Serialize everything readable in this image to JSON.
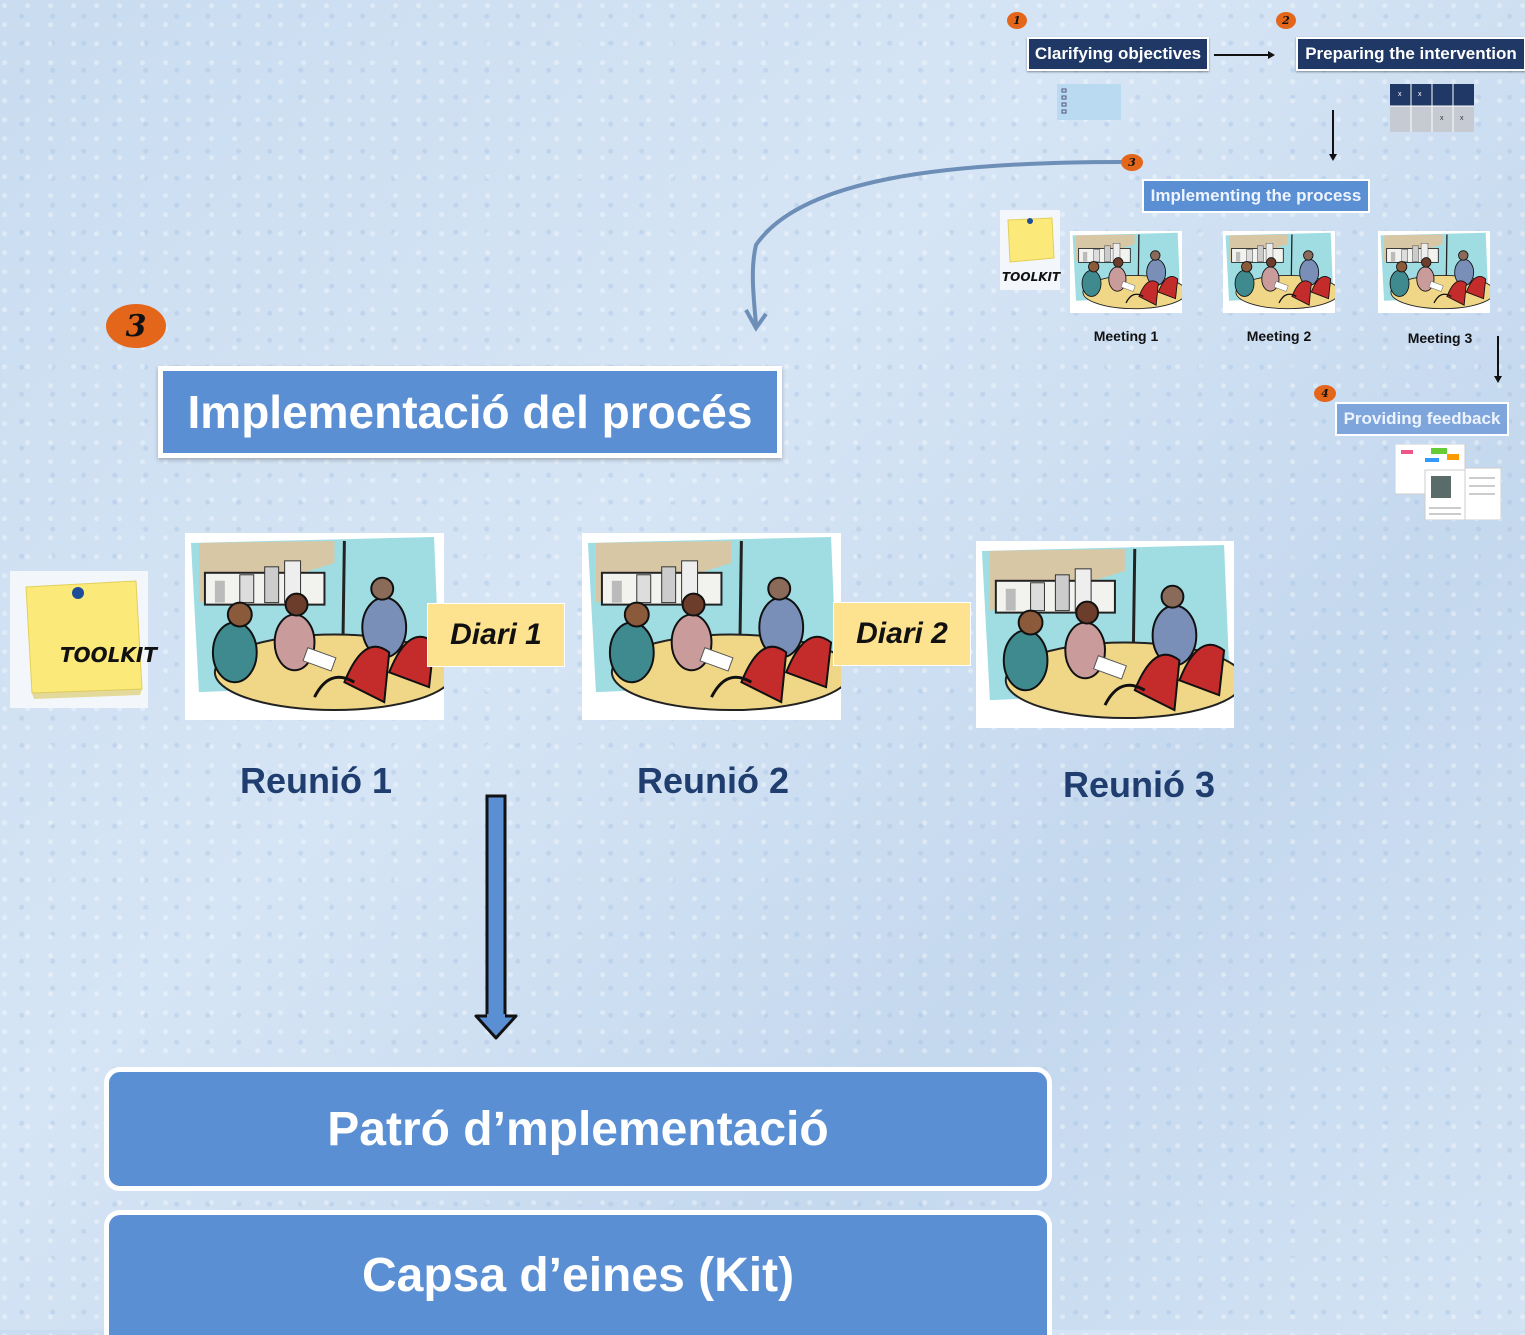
{
  "steps": {
    "s1": {
      "badge": "1",
      "label": "Clarifying objectives"
    },
    "s2": {
      "badge": "2",
      "label": "Preparing the intervention"
    },
    "s3": {
      "badge": "3",
      "label": "Implementing the process"
    },
    "s4": {
      "badge": "4",
      "label": "Providing feedback"
    }
  },
  "mini_meetings": [
    "Meeting 1",
    "Meeting 2",
    "Meeting 3"
  ],
  "mini_toolkit": "TOOLKIT",
  "main": {
    "badge": "3",
    "title": "Implementació del procés",
    "toolkit": "TOOLKIT",
    "reunions": [
      "Reunió 1",
      "Reunió 2",
      "Reunió 3"
    ],
    "diaris": [
      "Diari 1",
      "Diari 2"
    ],
    "box1": "Patró d’mplementació",
    "box2": "Capsa d’eines (Kit)"
  },
  "colors": {
    "accent_blue": "#5b8fd4",
    "navy": "#1f3866",
    "badge_orange": "#e3661b",
    "diari_yellow": "#fde290",
    "text_dark_blue": "#1f3d6e"
  }
}
